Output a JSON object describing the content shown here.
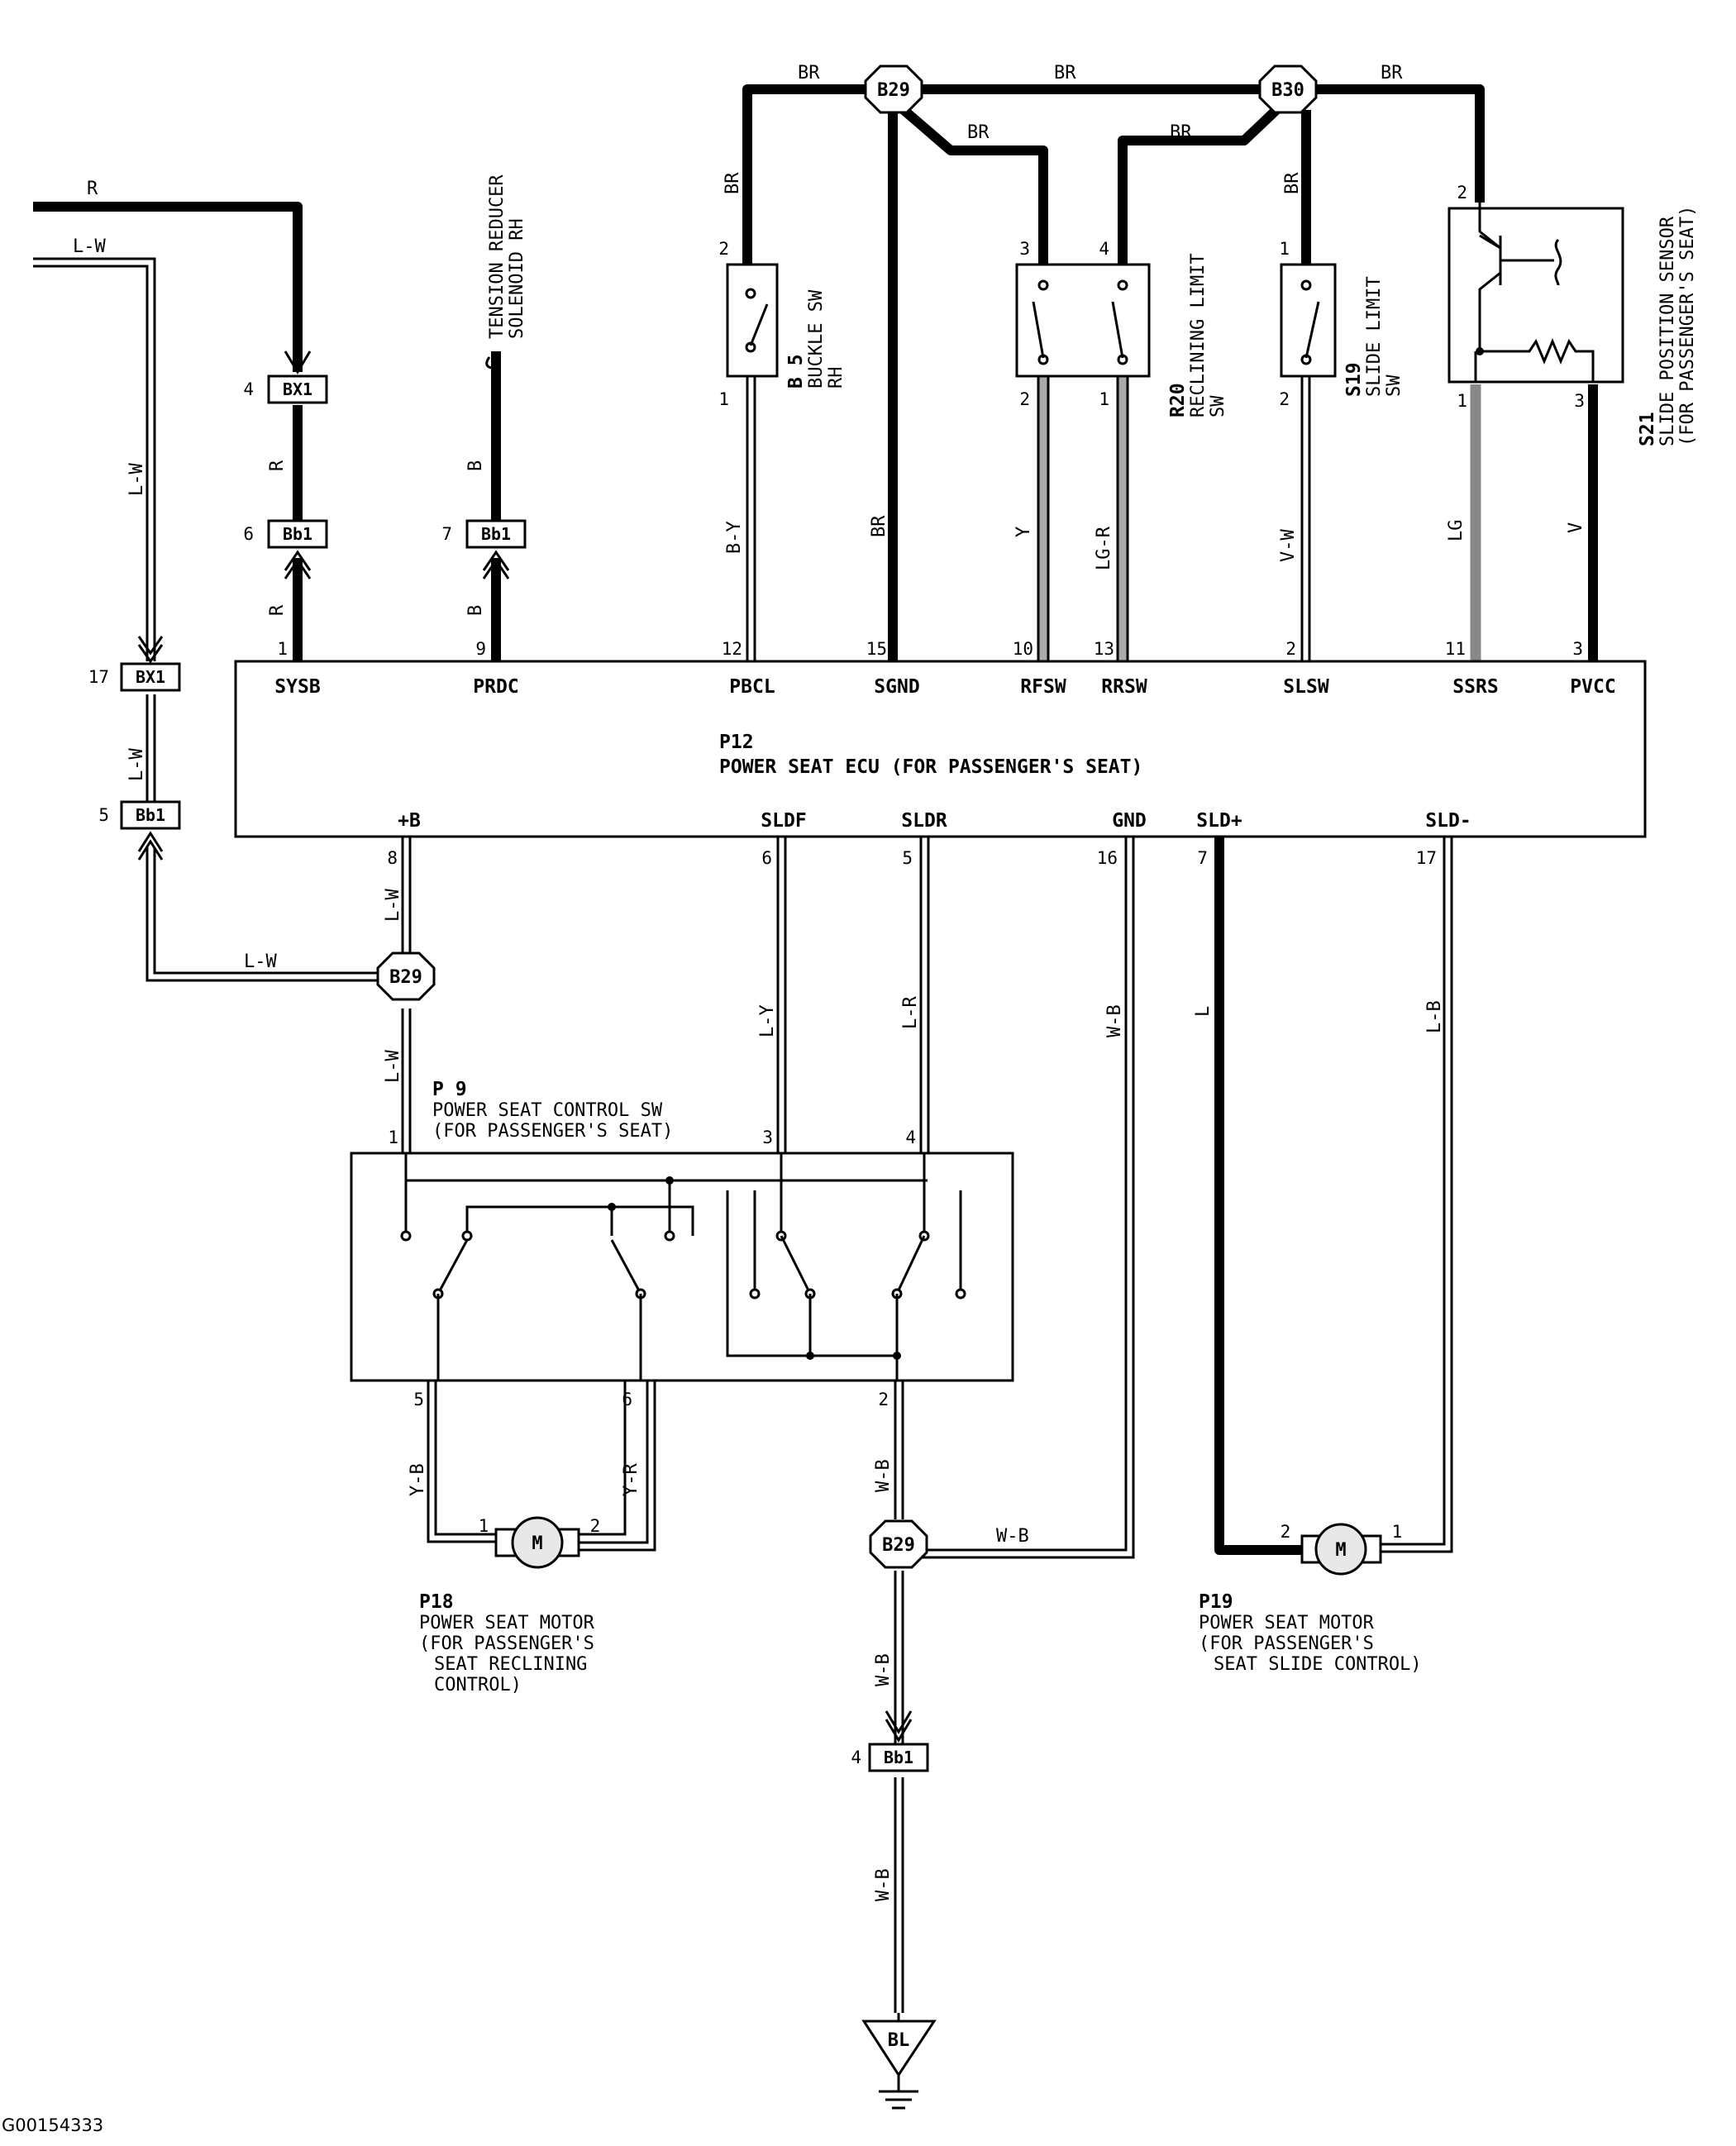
{
  "footer_code": "G00154333",
  "wire_colors": {
    "R": "R",
    "LW": "L-W",
    "B": "B",
    "BR": "BR",
    "BY": "B-Y",
    "Y": "Y",
    "LGR": "LG-R",
    "VW": "V-W",
    "LG": "LG",
    "V": "V",
    "LY": "L-Y",
    "LR": "L-R",
    "WB": "W-B",
    "L": "L",
    "LB": "L-B",
    "YB": "Y-B",
    "YR": "Y-R"
  },
  "junctions": {
    "b29": "B29",
    "b30": "B30"
  },
  "connectors": {
    "bx1": "BX1",
    "bb1": "Bb1"
  },
  "ground": "BL",
  "ecu": {
    "id": "P12",
    "name": "POWER SEAT ECU (FOR PASSENGER'S SEAT)",
    "top_terminals": [
      {
        "name": "SYSB",
        "pin": "1"
      },
      {
        "name": "PRDC",
        "pin": "9"
      },
      {
        "name": "PBCL",
        "pin": "12"
      },
      {
        "name": "SGND",
        "pin": "15"
      },
      {
        "name": "RFSW",
        "pin": "10"
      },
      {
        "name": "RRSW",
        "pin": "13"
      },
      {
        "name": "SLSW",
        "pin": "2"
      },
      {
        "name": "SSRS",
        "pin": "11"
      },
      {
        "name": "PVCC",
        "pin": "3"
      }
    ],
    "bottom_terminals": [
      {
        "name": "+B",
        "pin": "8"
      },
      {
        "name": "SLDF",
        "pin": "6"
      },
      {
        "name": "SLDR",
        "pin": "5"
      },
      {
        "name": "GND",
        "pin": "16"
      },
      {
        "name": "SLD+",
        "pin": "7"
      },
      {
        "name": "SLD-",
        "pin": "17"
      }
    ]
  },
  "components": {
    "tension_reducer": [
      "TENSION REDUCER",
      "SOLENOID RH"
    ],
    "buckle_sw": [
      "B 5",
      "BUCKLE SW",
      "RH"
    ],
    "reclining_limit": [
      "R20",
      "RECLINING LIMIT",
      "SW"
    ],
    "slide_limit": [
      "S19",
      "SLIDE LIMIT",
      "SW"
    ],
    "slide_sensor": [
      "S21",
      "SLIDE POSITION SENSOR",
      "(FOR PASSENGER'S SEAT)"
    ],
    "control_sw": [
      "P 9",
      "POWER SEAT CONTROL SW",
      "(FOR PASSENGER'S SEAT)"
    ],
    "motor_p18": [
      "P18",
      "POWER SEAT MOTOR",
      "(FOR PASSENGER'S",
      "SEAT RECLINING",
      "CONTROL)"
    ],
    "motor_p19": [
      "P19",
      "POWER SEAT MOTOR",
      "(FOR PASSENGER'S",
      "SEAT SLIDE CONTROL)"
    ],
    "motor_symbol": "M"
  },
  "pins": {
    "bx1_a": "4",
    "bb1_a": "6",
    "bb1_b": "7",
    "bx1_b": "17",
    "bb1_c": "5",
    "bb1_d": "4",
    "buckle_top": "2",
    "buckle_bot": "1",
    "recl_a_top": "3",
    "recl_b_top": "4",
    "recl_a_bot": "2",
    "recl_b_bot": "1",
    "slide_top": "1",
    "slide_bot": "2",
    "sensor_top": "2",
    "sensor_bl": "1",
    "sensor_br": "3",
    "sw_1": "1",
    "sw_3": "3",
    "sw_4": "4",
    "sw_5": "5",
    "sw_6": "6",
    "sw_2": "2",
    "p18_1": "1",
    "p18_2": "2",
    "p19_2": "2",
    "p19_1": "1"
  }
}
